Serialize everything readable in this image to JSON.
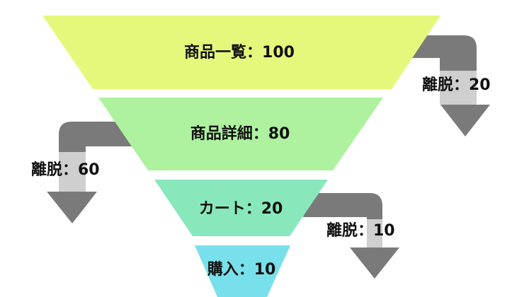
{
  "stages": [
    {
      "label": "商品一覧：100",
      "color": "#e6f87c"
    },
    {
      "label": "商品詳細：80",
      "color": "#aef2a0"
    },
    {
      "label": "カート：20",
      "color": "#88e8bc"
    },
    {
      "label": "購入：10",
      "color": "#78e0ea"
    }
  ],
  "exits": [
    {
      "label": "離脱：20"
    },
    {
      "label": "離脱：60"
    },
    {
      "label": "離脱：10"
    }
  ],
  "colors": {
    "arrow_dark": "#7a7a7a",
    "arrow_light": "#cfcfcf",
    "text": "#111111"
  }
}
